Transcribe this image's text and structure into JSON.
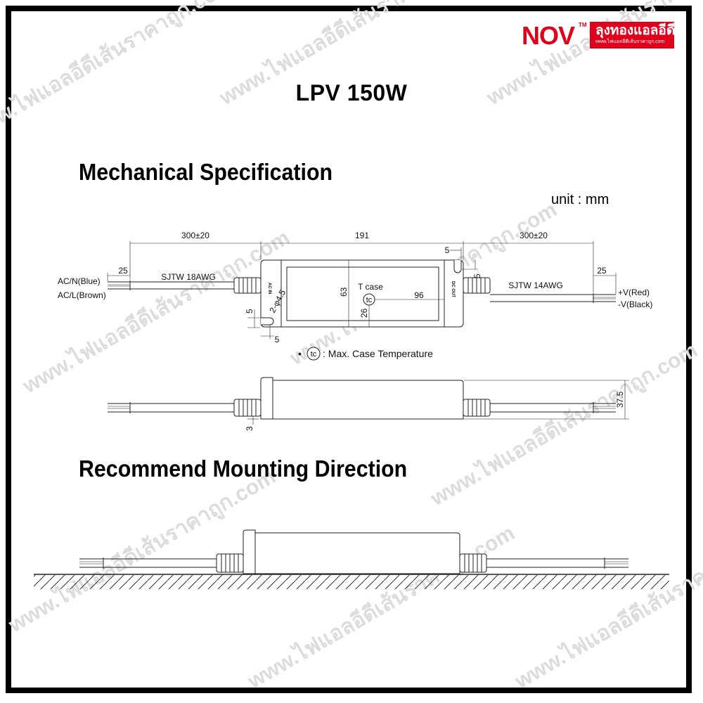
{
  "logo": {
    "brand": "NOV",
    "trademark": "TM",
    "shop_name": "ลุงทองแอลอีดี",
    "shop_url": "www.ไฟแอลอีดีเส้นราคาถูก.com"
  },
  "title": "LPV 150W",
  "sections": {
    "mechanical": "Mechanical Specification",
    "mounting": "Recommend Mounting Direction"
  },
  "unit": "unit : mm",
  "top_view": {
    "left_cable_length": "300±20",
    "body_length": "191",
    "right_cable_length": "300±20",
    "left_strip": "25",
    "right_strip": "25",
    "left_cable": "SJTW 18AWG",
    "right_cable": "SJTW 14AWG",
    "wire_n": "AC/N(Blue)",
    "wire_l": "AC/L(Brown)",
    "wire_pos": "+V(Red)",
    "wire_neg": "-V(Black)",
    "input_label": "AC IN",
    "output_label": "DC OUT",
    "hole_label": "2-φ4.5",
    "width": "63",
    "tc_offset_y": "26",
    "tc_offset_x": "96",
    "tcase": "T case",
    "slot_top": "5",
    "slot_side": "5",
    "slot_bottom": "5",
    "slot_bottom_side": "5",
    "tc_symbol": "tc"
  },
  "tc_legend": {
    "bullet": "•",
    "symbol": "tc",
    "text": ": Max. Case Temperature"
  },
  "side_view": {
    "height": "37.5",
    "flange": "3"
  },
  "colors": {
    "brand_red": "#e0001b",
    "line": "#222222",
    "watermark": "#d9d9d9"
  }
}
